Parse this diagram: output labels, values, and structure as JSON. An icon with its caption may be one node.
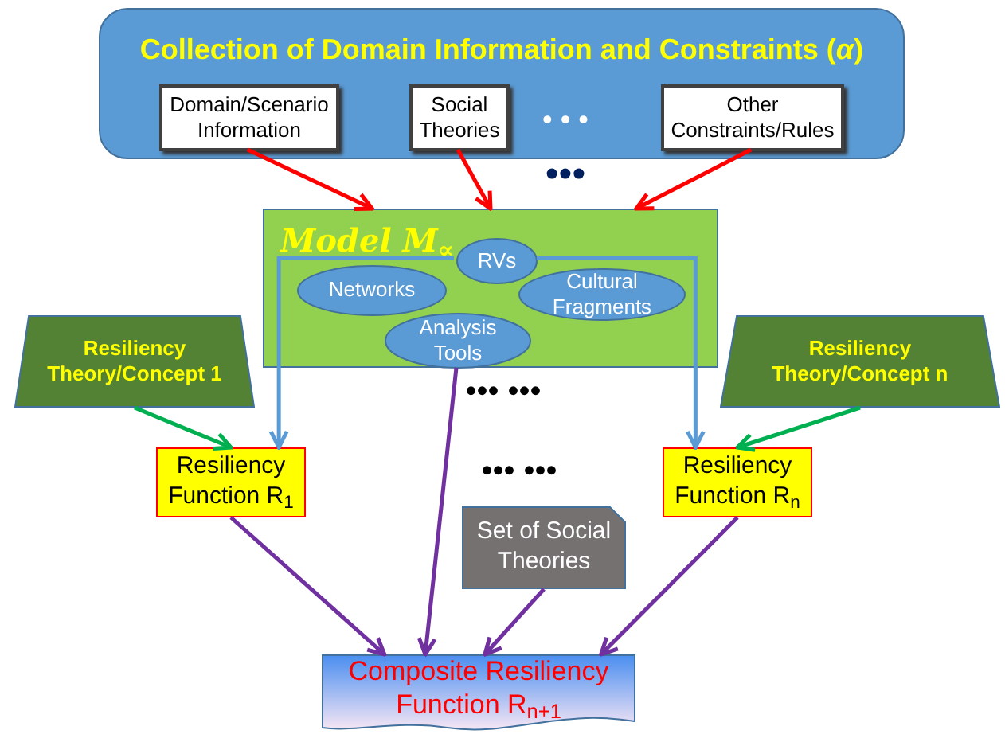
{
  "diagram": {
    "nodes": [
      {
        "text": [
          "Collection of Domain Information and Constraints (*α*)"
        ]
      },
      {
        "text": [
          "Domain/Scenario Information"
        ],
        "in": 0
      },
      {
        "text": [
          "Social Theories"
        ],
        "in": 0
      },
      {
        "text": [
          "Other Constraints/Rules"
        ],
        "in": 0
      },
      {
        "text": [
          "Model M$_{∝}$"
        ]
      },
      {
        "text": [
          "RVs"
        ],
        "in": 4
      },
      {
        "text": [
          "Networks"
        ],
        "in": 4
      },
      {
        "text": [
          "Cultural Fragments"
        ],
        "in": 4
      },
      {
        "text": [
          "Analysis Tools"
        ],
        "in": 4
      },
      {
        "text": [
          "Resiliency Theory/Concept 1"
        ]
      },
      {
        "text": [
          "Resiliency Theory/Concept n"
        ]
      },
      {
        "text": [
          "Resiliency Function R$_{1}$"
        ]
      },
      {
        "text": [
          "Resiliency Function R$_{n}$"
        ]
      },
      {
        "text": [
          "Set of Social Theories"
        ]
      },
      {
        "text": [
          "Composite Resiliency Function R$_{n+1}$"
        ]
      }
    ],
    "edges": [
      {
        "from": 1,
        "to": 4,
        "arrow": "to",
        "color": "#ff0000"
      },
      {
        "from": 2,
        "to": 4,
        "arrow": "to",
        "color": "#ff0000"
      },
      {
        "from": 3,
        "to": 4,
        "arrow": "to",
        "color": "#ff0000"
      },
      {
        "from": 9,
        "to": 11,
        "arrow": "to",
        "color": "#00b050"
      },
      {
        "from": 10,
        "to": 12,
        "arrow": "to",
        "color": "#00b050"
      },
      {
        "from": 5,
        "to": 11,
        "arrow": "to",
        "color": "#5b9bd5"
      },
      {
        "from": 5,
        "to": 12,
        "arrow": "to",
        "color": "#5b9bd5"
      },
      {
        "from": 11,
        "to": 14,
        "arrow": "to"
      },
      {
        "from": 8,
        "to": 14,
        "arrow": "to"
      },
      {
        "from": 13,
        "to": 14,
        "arrow": "to"
      },
      {
        "from": 12,
        "to": 14,
        "arrow": "to"
      }
    ],
    "labels": [
      "• • •",
      "•••",
      "••• •••",
      "••• •••"
    ]
  }
}
